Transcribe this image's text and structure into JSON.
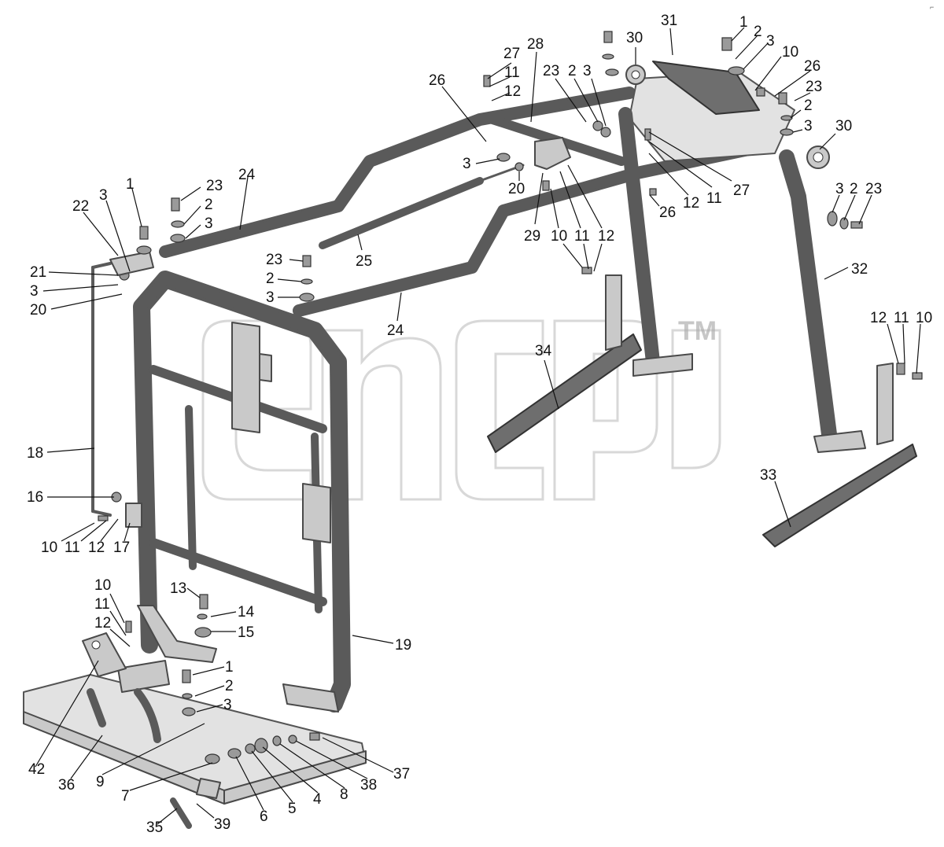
{
  "watermark": {
    "trademark": "TM"
  },
  "corner_mark": "⌐",
  "callouts": {
    "c1a": "1",
    "c2a": "2",
    "c3a": "3",
    "c10a": "10",
    "c26a": "26",
    "c23a": "23",
    "c2b": "2",
    "c3b": "3",
    "c31": "31",
    "c30a": "30",
    "c30b": "30",
    "c28": "28",
    "c27a": "27",
    "c11a": "11",
    "c12a": "12",
    "c26b": "26",
    "c23b": "23",
    "c2c": "2",
    "c3c": "3",
    "c20a": "20",
    "c3d": "3",
    "c29": "29",
    "c10b": "10",
    "c11b": "11",
    "c12b": "12",
    "c26c": "26",
    "c12c": "12",
    "c11c": "11",
    "c27b": "27",
    "c3e": "3",
    "c2d": "2",
    "c23c": "23",
    "c32": "32",
    "c12d": "12",
    "c11d": "11",
    "c10c": "10",
    "c22": "22",
    "c3f": "3",
    "c1b": "1",
    "c23d": "23",
    "c2e": "2",
    "c3g": "3",
    "c24a": "24",
    "c21": "21",
    "c3h": "3",
    "c20b": "20",
    "c25": "25",
    "c23e": "23",
    "c2f": "2",
    "c3i": "3",
    "c24b": "24",
    "c34": "34",
    "c33": "33",
    "c18": "18",
    "c16": "16",
    "c10d": "10",
    "c11e": "11",
    "c12e": "12",
    "c17": "17",
    "c13": "13",
    "c14": "14",
    "c15": "15",
    "c19": "19",
    "c10e": "10",
    "c11f": "11",
    "c12f": "12",
    "c1c": "1",
    "c2g": "2",
    "c3j": "3",
    "c42": "42",
    "c36": "36",
    "c9": "9",
    "c7": "7",
    "c35": "35",
    "c39": "39",
    "c6": "6",
    "c5": "5",
    "c4": "4",
    "c8": "8",
    "c38": "38",
    "c37": "37"
  }
}
